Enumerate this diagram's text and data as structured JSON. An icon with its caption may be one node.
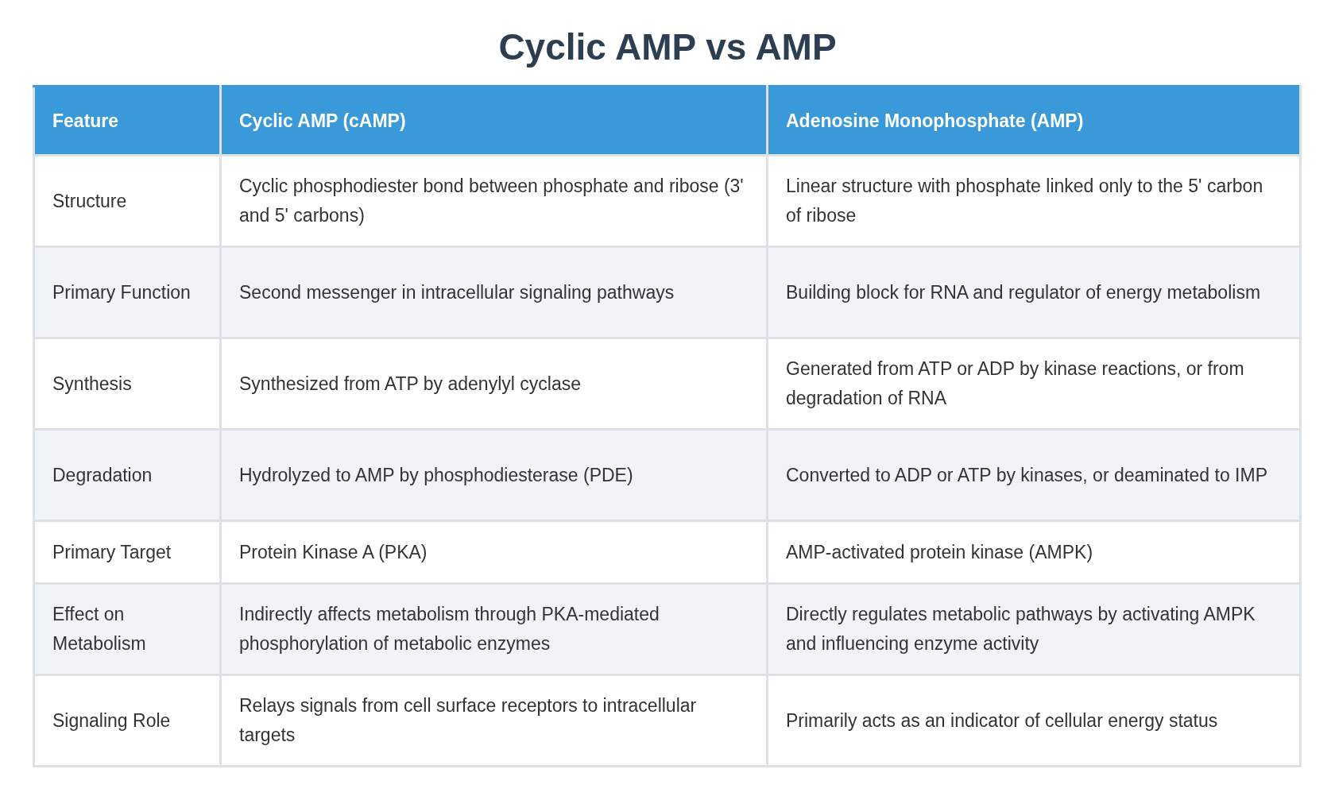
{
  "diagram": {
    "title": "Cyclic AMP vs AMP",
    "labels": [
      "Feature",
      "Cyclic AMP (cAMP)",
      "Adenosine Monophosphate (AMP)",
      "Structure",
      "Cyclic phosphodiester bond between phosphate and ribose (3' and 5' carbons)",
      "Linear structure with phosphate linked only to the 5' carbon of ribose",
      "Primary Function",
      "Second messenger in intracellular signaling pathways",
      "Building block for RNA and regulator of energy metabolism",
      "Synthesis",
      "Synthesized from ATP by adenylyl cyclase",
      "Generated from ATP or ADP by kinase reactions, or from degradation of RNA",
      "Degradation",
      "Hydrolyzed to AMP by phosphodiesterase (PDE)",
      "Converted to ADP or ATP by kinases, or deaminated to IMP",
      "Primary Target",
      "Protein Kinase A (PKA)",
      "AMP-activated protein kinase (AMPK)",
      "Effect on Metabolism",
      "Indirectly affects metabolism through PKA-mediated phosphorylation of metabolic enzymes",
      "Directly regulates metabolic pathways by activating AMPK and influencing enzyme activity",
      "Signaling Role",
      "Relays signals from cell surface receptors to intracellular targets",
      "Primarily acts as an indicator of cellular energy status"
    ]
  }
}
